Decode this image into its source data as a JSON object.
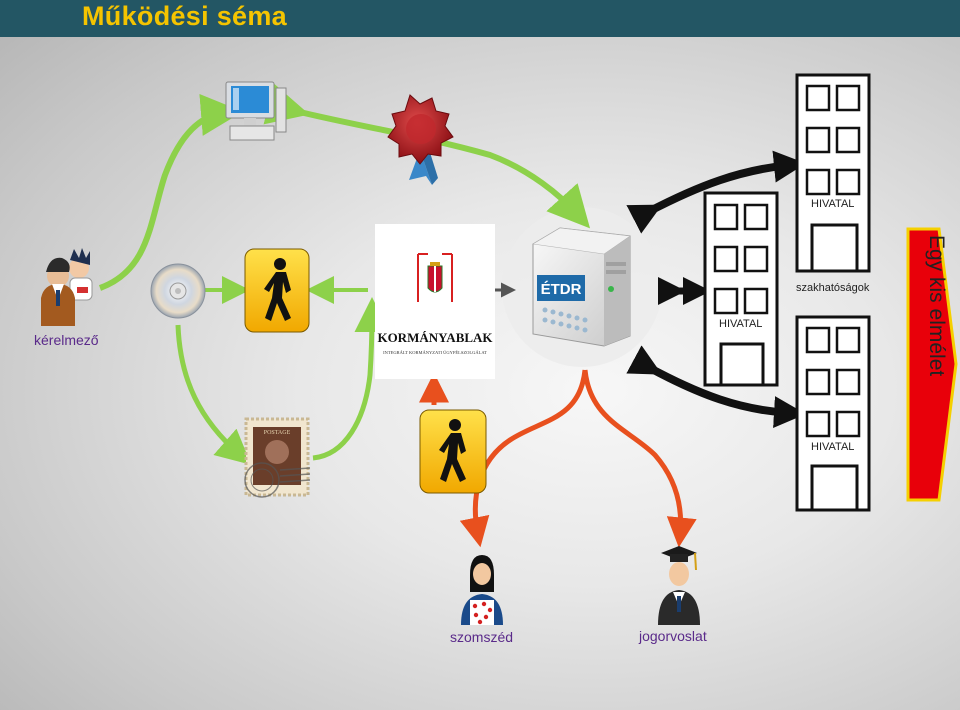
{
  "title": "Működési séma",
  "actors": {
    "applicant": "kérelmező",
    "neighbor": "szomszéd",
    "remedy": "jogorvoslat"
  },
  "server": {
    "logo_text": "ÉTDR"
  },
  "office": {
    "name": "KORMÁNYABLAK",
    "subtitle": "INTEGRÁLT KORMÁNYZATI ÜGYFÉLSZOLGÁLAT"
  },
  "authorities": {
    "group_label": "szakhatóságok",
    "buildings": [
      "HIVATAL",
      "HIVATAL",
      "HIVATAL"
    ]
  },
  "side_banner": "Egy kis elmélet",
  "stamp_text": "POSTAGE",
  "colors": {
    "title_bar": "#235664",
    "title_text": "#f5c400",
    "green_arrow": "#8dd14a",
    "red_arrow": "#e8501e",
    "banner_fill": "#e8000a",
    "banner_border": "#f5d000"
  },
  "icons": [
    "computer-icon",
    "seal-icon",
    "cd-icon",
    "pedestrian-icon",
    "stamp-icon",
    "server-icon",
    "woman-icon",
    "graduate-icon",
    "person-icon"
  ]
}
